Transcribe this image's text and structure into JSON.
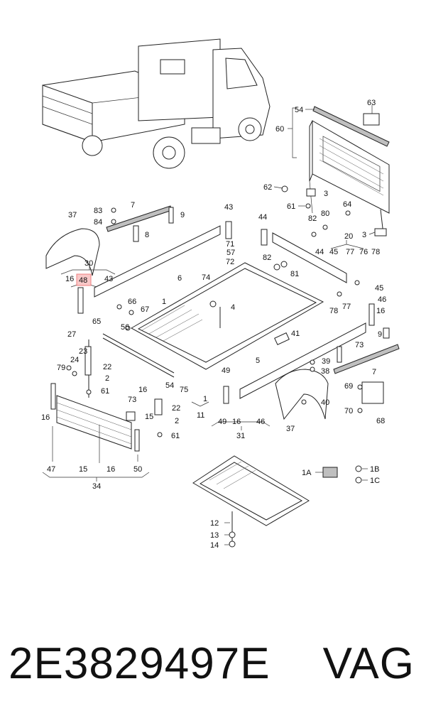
{
  "footer": {
    "part_number": "2E3829497E",
    "brand": "VAG"
  },
  "highlight_color": "#f08080",
  "highlighted_callout": "48",
  "callouts": [
    {
      "id": "c54",
      "text": "54"
    },
    {
      "id": "c60",
      "text": "60"
    },
    {
      "id": "c63",
      "text": "63"
    },
    {
      "id": "c62",
      "text": "62"
    },
    {
      "id": "c3a",
      "text": "3"
    },
    {
      "id": "c61a",
      "text": "61"
    },
    {
      "id": "c64",
      "text": "64"
    },
    {
      "id": "c3b",
      "text": "3"
    },
    {
      "id": "c37a",
      "text": "37"
    },
    {
      "id": "c83",
      "text": "83"
    },
    {
      "id": "c7a",
      "text": "7"
    },
    {
      "id": "c9a",
      "text": "9"
    },
    {
      "id": "c84",
      "text": "84"
    },
    {
      "id": "c8a",
      "text": "8"
    },
    {
      "id": "c43a",
      "text": "43"
    },
    {
      "id": "c44a",
      "text": "44"
    },
    {
      "id": "c82a",
      "text": "82"
    },
    {
      "id": "c80",
      "text": "80"
    },
    {
      "id": "c20",
      "text": "20"
    },
    {
      "id": "c71",
      "text": "71"
    },
    {
      "id": "c57",
      "text": "57"
    },
    {
      "id": "c72",
      "text": "72"
    },
    {
      "id": "c82b",
      "text": "82"
    },
    {
      "id": "c81",
      "text": "81"
    },
    {
      "id": "c44b",
      "text": "44"
    },
    {
      "id": "c45a",
      "text": "45"
    },
    {
      "id": "c77a",
      "text": "77"
    },
    {
      "id": "c76",
      "text": "76"
    },
    {
      "id": "c78a",
      "text": "78"
    },
    {
      "id": "c30",
      "text": "30"
    },
    {
      "id": "c16a",
      "text": "16"
    },
    {
      "id": "c48",
      "text": "48"
    },
    {
      "id": "c43b",
      "text": "43"
    },
    {
      "id": "c74",
      "text": "74"
    },
    {
      "id": "c6",
      "text": "6"
    },
    {
      "id": "c45b",
      "text": "45"
    },
    {
      "id": "c46a",
      "text": "46"
    },
    {
      "id": "c78b",
      "text": "78"
    },
    {
      "id": "c77b",
      "text": "77"
    },
    {
      "id": "c66",
      "text": "66"
    },
    {
      "id": "c67",
      "text": "67"
    },
    {
      "id": "c1",
      "text": "1"
    },
    {
      "id": "c4",
      "text": "4"
    },
    {
      "id": "c16b",
      "text": "16"
    },
    {
      "id": "c65",
      "text": "65"
    },
    {
      "id": "c56",
      "text": "56"
    },
    {
      "id": "c27",
      "text": "27"
    },
    {
      "id": "c9b",
      "text": "9"
    },
    {
      "id": "c41",
      "text": "41"
    },
    {
      "id": "c73a",
      "text": "73"
    },
    {
      "id": "c23",
      "text": "23"
    },
    {
      "id": "c24",
      "text": "24"
    },
    {
      "id": "c22a",
      "text": "22"
    },
    {
      "id": "c2a",
      "text": "2"
    },
    {
      "id": "c79",
      "text": "79"
    },
    {
      "id": "c5",
      "text": "5"
    },
    {
      "id": "c39",
      "text": "39"
    },
    {
      "id": "c38",
      "text": "38"
    },
    {
      "id": "c7b",
      "text": "7"
    },
    {
      "id": "c49a",
      "text": "49"
    },
    {
      "id": "c54b",
      "text": "54"
    },
    {
      "id": "c75",
      "text": "75"
    },
    {
      "id": "c61b",
      "text": "61"
    },
    {
      "id": "c16c",
      "text": "16"
    },
    {
      "id": "c73b",
      "text": "73"
    },
    {
      "id": "c16d",
      "text": "16"
    },
    {
      "id": "c15a",
      "text": "15"
    },
    {
      "id": "c22b",
      "text": "22"
    },
    {
      "id": "c2b",
      "text": "2"
    },
    {
      "id": "c61c",
      "text": "61"
    },
    {
      "id": "c11a",
      "text": "1"
    },
    {
      "id": "c11",
      "text": "11"
    },
    {
      "id": "c69",
      "text": "69"
    },
    {
      "id": "c40",
      "text": "40"
    },
    {
      "id": "c70",
      "text": "70"
    },
    {
      "id": "c68",
      "text": "68"
    },
    {
      "id": "c49b",
      "text": "49"
    },
    {
      "id": "c16e",
      "text": "16"
    },
    {
      "id": "c46b",
      "text": "46"
    },
    {
      "id": "c31",
      "text": "31"
    },
    {
      "id": "c37b",
      "text": "37"
    },
    {
      "id": "c47",
      "text": "47"
    },
    {
      "id": "c15b",
      "text": "15"
    },
    {
      "id": "c16f",
      "text": "16"
    },
    {
      "id": "c50",
      "text": "50"
    },
    {
      "id": "c34",
      "text": "34"
    },
    {
      "id": "c1A",
      "text": "1A"
    },
    {
      "id": "c1B",
      "text": "1B"
    },
    {
      "id": "c1C",
      "text": "1C"
    },
    {
      "id": "c12",
      "text": "12"
    },
    {
      "id": "c13",
      "text": "13"
    },
    {
      "id": "c14",
      "text": "14"
    }
  ]
}
